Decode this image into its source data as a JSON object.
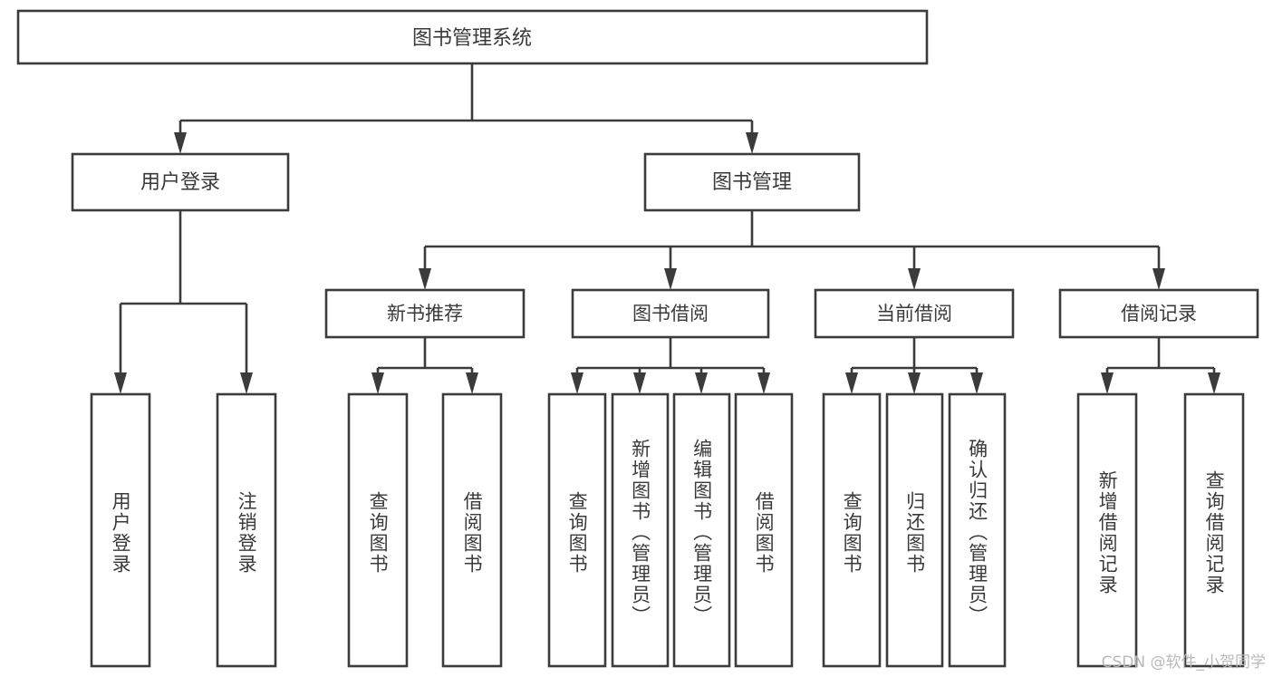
{
  "diagram": {
    "type": "tree",
    "title": "图书管理系统",
    "orientation": "top-down",
    "watermark": "CSDN @软件_小贺同学",
    "colors": {
      "stroke": "#3b3b3b",
      "fill": "#ffffff",
      "text": "#3a3a3a",
      "watermark": "#b9b9b9",
      "background": "#ffffff"
    },
    "root": {
      "label": "图书管理系统"
    },
    "level2": [
      {
        "label": "用户登录"
      },
      {
        "label": "图书管理"
      }
    ],
    "level3": [
      {
        "label": "新书推荐"
      },
      {
        "label": "图书借阅"
      },
      {
        "label": "当前借阅"
      },
      {
        "label": "借阅记录"
      }
    ],
    "leaves": {
      "user_login": [
        {
          "label": "用户登录"
        },
        {
          "label": "注销登录"
        }
      ],
      "new_book_recommend": [
        {
          "label": "查询图书"
        },
        {
          "label": "借阅图书"
        }
      ],
      "book_borrow": [
        {
          "label": "查询图书"
        },
        {
          "label": "新增图书（管理员）"
        },
        {
          "label": "编辑图书（管理员）"
        },
        {
          "label": "借阅图书"
        }
      ],
      "current_borrow": [
        {
          "label": "查询图书"
        },
        {
          "label": "归还图书"
        },
        {
          "label": "确认归还（管理员）"
        }
      ],
      "borrow_record": [
        {
          "label": "新增借阅记录"
        },
        {
          "label": "查询借阅记录"
        }
      ]
    }
  }
}
